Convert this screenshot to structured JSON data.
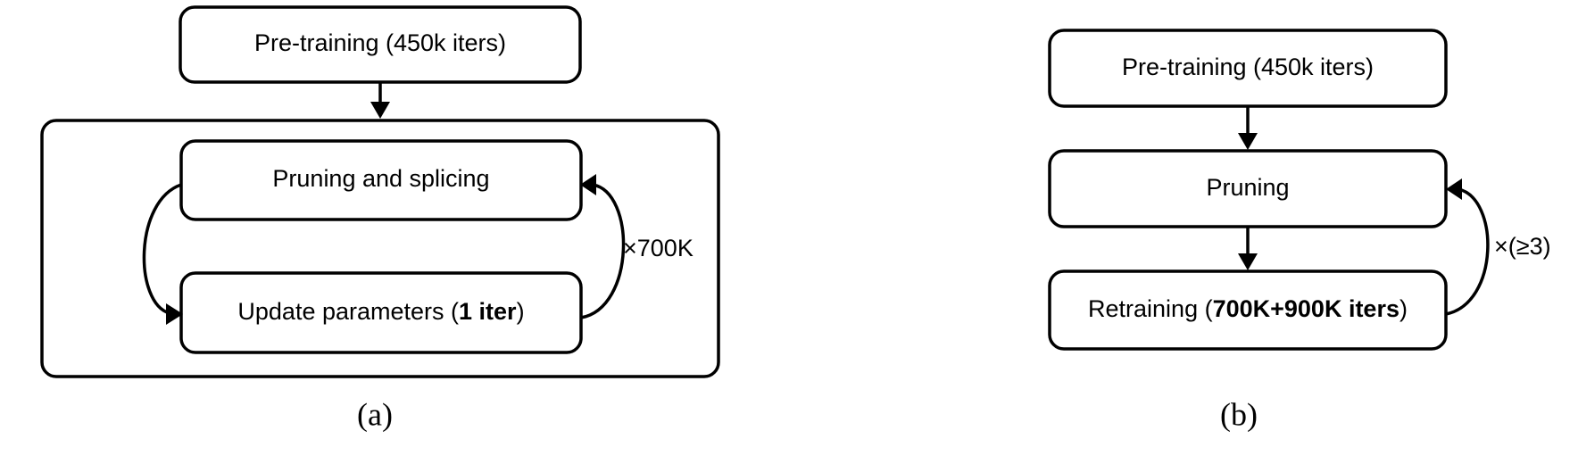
{
  "panel_a": {
    "pretrain": "Pre-training (450k iters)",
    "prune_splice": "Pruning and splicing",
    "update_pre": "Update parameters (",
    "update_bold": "1 iter",
    "update_post": ")",
    "loop_times": "×700K",
    "caption": "(a)"
  },
  "panel_b": {
    "pretrain": "Pre-training (450k iters)",
    "prune": "Pruning",
    "retrain_pre": "Retraining (",
    "retrain_bold": "700K+900K iters",
    "retrain_post": ")",
    "loop_times": "×(≥3)",
    "caption": "(b)"
  },
  "colors": {
    "stroke": "#000000",
    "background": "#ffffff"
  }
}
